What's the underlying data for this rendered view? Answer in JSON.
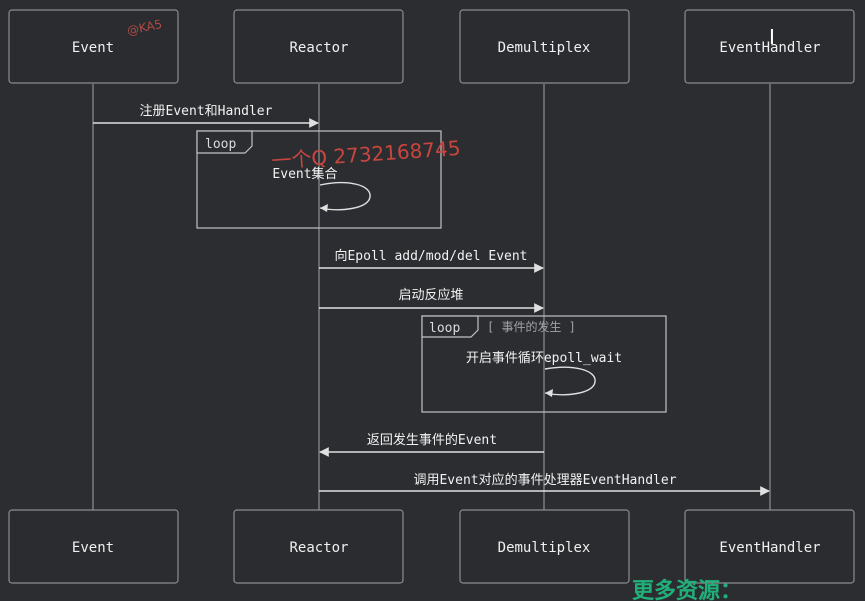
{
  "actors": [
    {
      "id": "event",
      "label": "Event"
    },
    {
      "id": "reactor",
      "label": "Reactor"
    },
    {
      "id": "demux",
      "label": "Demultiplex"
    },
    {
      "id": "handler",
      "label": "EventHandler"
    }
  ],
  "messages": [
    {
      "from": "event",
      "to": "reactor",
      "label": "注册Event和Handler"
    },
    {
      "from": "reactor",
      "to": "demux",
      "label": "向Epoll add/mod/del Event"
    },
    {
      "from": "reactor",
      "to": "demux",
      "label": "启动反应堆"
    },
    {
      "from": "demux",
      "to": "reactor",
      "label": "返回发生事件的Event"
    },
    {
      "from": "reactor",
      "to": "handler",
      "label": "调用Event对应的事件处理器EventHandler"
    }
  ],
  "loops": [
    {
      "tab": "loop",
      "guard": "",
      "self_label": "Event集合",
      "actor": "reactor"
    },
    {
      "tab": "loop",
      "guard": "[ 事件的发生 ]",
      "self_label": "开启事件循环epoll_wait",
      "actor": "demux"
    }
  ],
  "overlays": {
    "watermark_red": "一个Q 2732168745",
    "watermark_red_top": "@KA5",
    "watermark_green": "更多资源：",
    "cursor_glyph": "I"
  },
  "colors": {
    "background": "#2b2d30",
    "actor_border": "#8a8c90",
    "line": "#e0e0e0",
    "watermark_red": "#c9453f",
    "watermark_green": "#22b07a"
  }
}
